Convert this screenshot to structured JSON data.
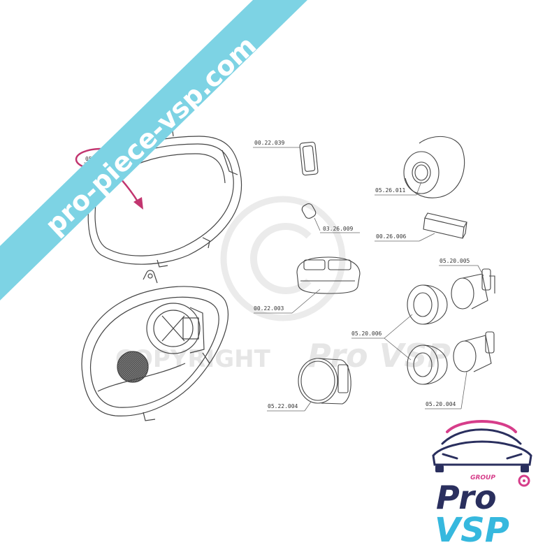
{
  "banner": {
    "text": "pro-piece-vsp.com",
    "color": "#7dd3e4"
  },
  "watermark": {
    "copyright_text": "COPYRIGHT",
    "brand_text": "Pro VSP"
  },
  "highlight_color": "#c2356f",
  "parts": {
    "headlamp_glass": "05.2?.0??",
    "p00_22_039": "00.22.039",
    "p03_26_009": "03.26.009",
    "p05_26_011": "05.26.011",
    "p00_26_006": "00.26.006",
    "p00_22_003": "00.22.003",
    "p05_20_005": "05.20.005",
    "p05_20_006": "05.20.006",
    "p05_22_004": "05.22.004",
    "p05_20_004": "05.20.004"
  },
  "logo": {
    "group": "GROUP",
    "pro": "Pro",
    "vsp": "VSP",
    "pink": "#d63d8a",
    "navy": "#2a2f5e",
    "blue": "#36b8de"
  }
}
